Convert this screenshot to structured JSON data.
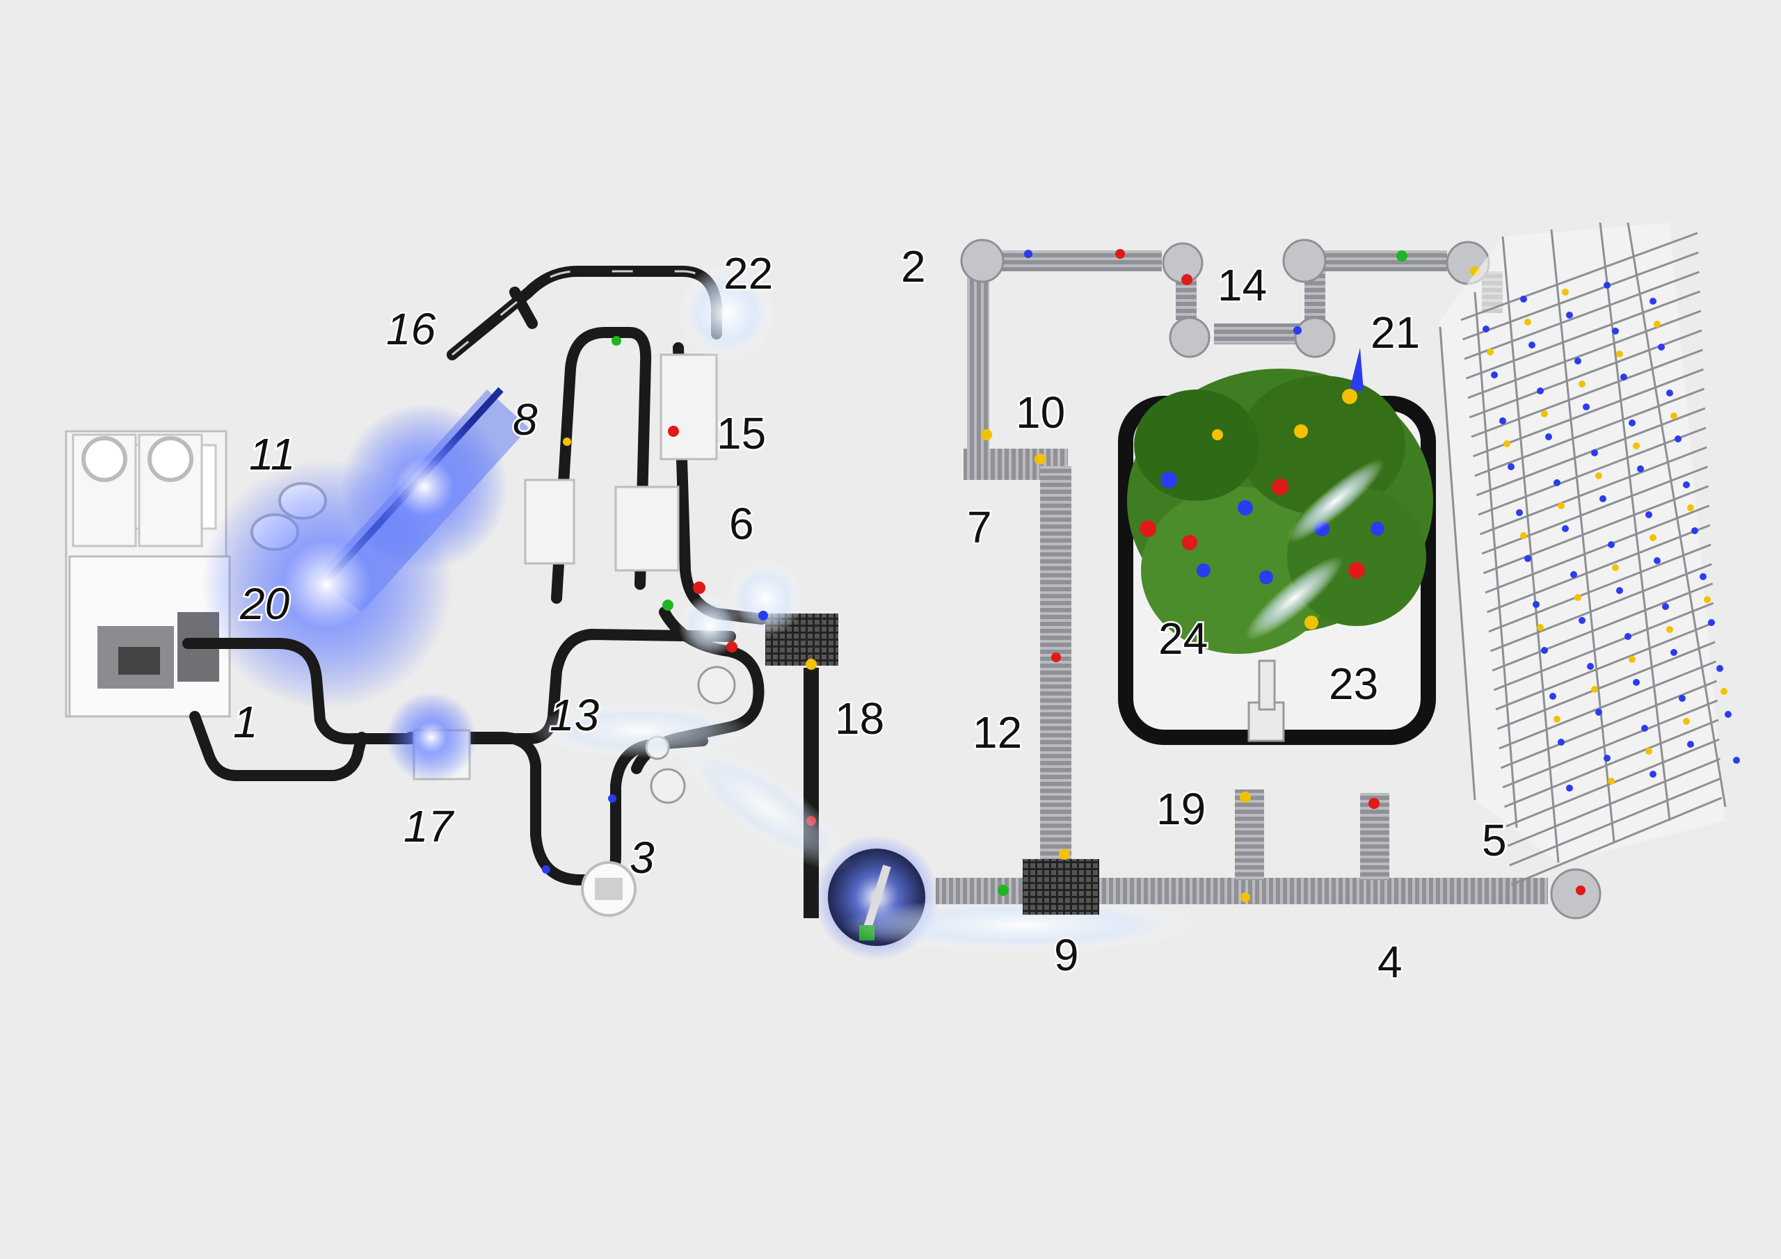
{
  "colors": {
    "background": "#ececec",
    "belt_dark": "#1a1a1a",
    "roller_grey": "#9a9ca0",
    "glow_blue": "#3b5bff",
    "tree_green": "#3f7d22",
    "ornament_red": "#e01919",
    "ornament_gold": "#f2c200",
    "ornament_blue": "#2a3cf0",
    "product_green": "#22b522"
  },
  "icons": {
    "filling-station": "filling-station-icon",
    "robot-arm": "robot-arm-icon",
    "high-bay-rack": "high-bay-rack-icon",
    "christmas-tree": "christmas-tree-icon",
    "sparkle": "sparkle-icon"
  },
  "labels": {
    "l1": "1",
    "l2": "2",
    "l3": "3",
    "l4": "4",
    "l5": "5",
    "l6": "6",
    "l7": "7",
    "l8": "8",
    "l9": "9",
    "l10": "10",
    "l11": "11",
    "l12": "12",
    "l13": "13",
    "l14": "14",
    "l15": "15",
    "l16": "16",
    "l17": "17",
    "l18": "18",
    "l19": "19",
    "l20": "20",
    "l21": "21",
    "l22": "22",
    "l23": "23",
    "l24": "24"
  }
}
